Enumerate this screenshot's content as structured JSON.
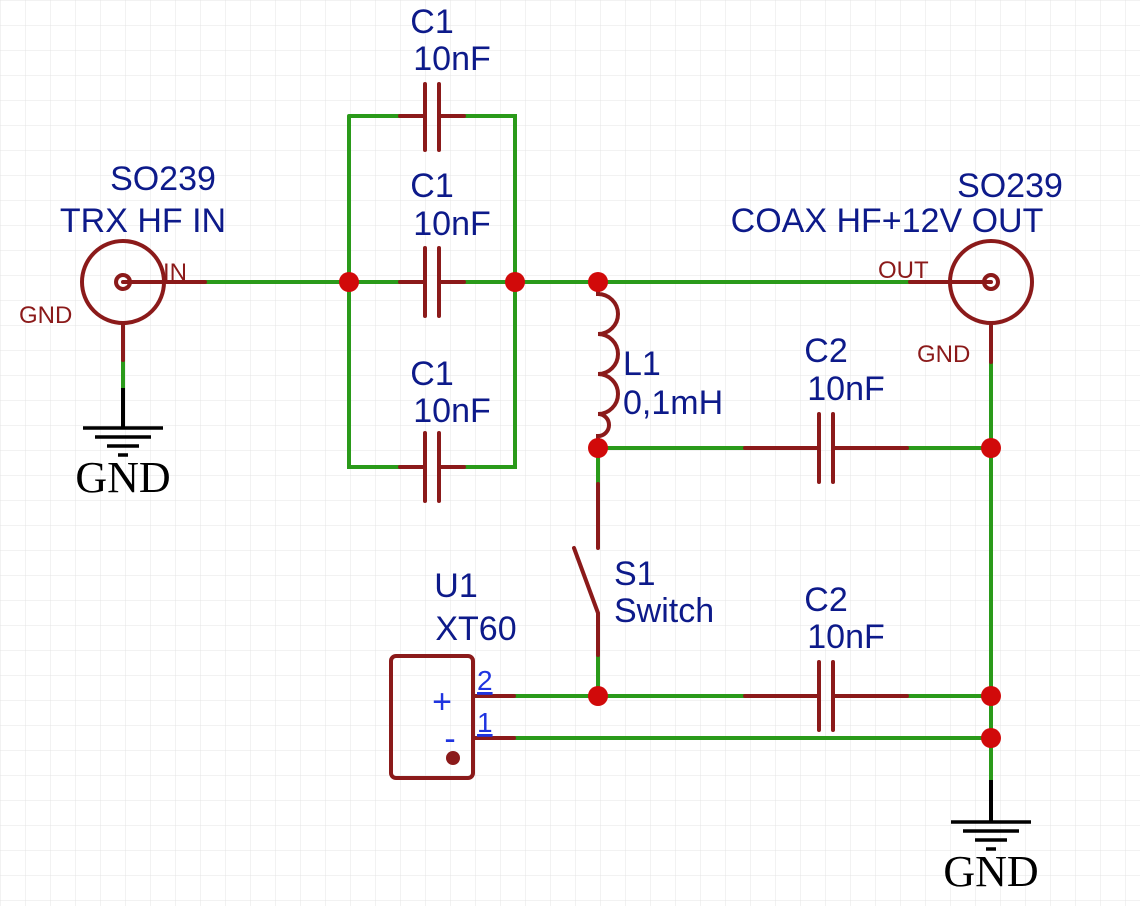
{
  "components": {
    "j_in": {
      "name": "SO239",
      "value": "TRX HF IN",
      "pin_signal": "IN",
      "pin_gnd": "GND"
    },
    "j_out": {
      "name": "SO239",
      "value": "COAX HF+12V OUT",
      "pin_signal": "OUT",
      "pin_gnd": "GND"
    },
    "c1_top": {
      "name": "C1",
      "value": "10nF"
    },
    "c1_mid": {
      "name": "C1",
      "value": "10nF"
    },
    "c1_bot": {
      "name": "C1",
      "value": "10nF"
    },
    "l1": {
      "name": "L1",
      "value": "0,1mH"
    },
    "c2_top": {
      "name": "C2",
      "value": "10nF"
    },
    "c2_bot": {
      "name": "C2",
      "value": "10nF"
    },
    "s1": {
      "name": "S1",
      "value": "Switch"
    },
    "u1": {
      "name": "U1",
      "value": "XT60",
      "pin2": "2",
      "pin1": "1",
      "plus": "+",
      "minus": "-"
    }
  },
  "ground": {
    "left": "GND",
    "right": "GND"
  }
}
